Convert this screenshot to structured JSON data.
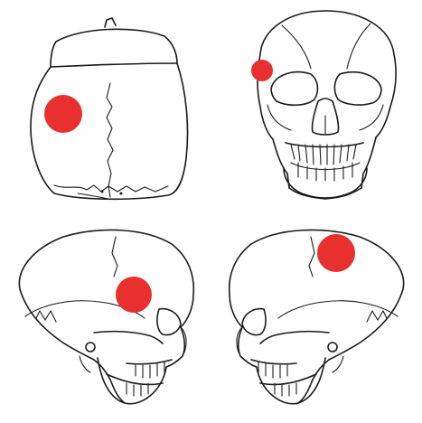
{
  "figure": {
    "panels": [
      {
        "view": "superior",
        "marker": "red-dot"
      },
      {
        "view": "anterior",
        "marker": "red-dot"
      },
      {
        "view": "right-lateral",
        "marker": "red-dot"
      },
      {
        "view": "left-lateral",
        "marker": "red-dot"
      }
    ],
    "marker_color": "#e8302f",
    "line_color": "#1a1a1a",
    "background": "#ffffff"
  }
}
